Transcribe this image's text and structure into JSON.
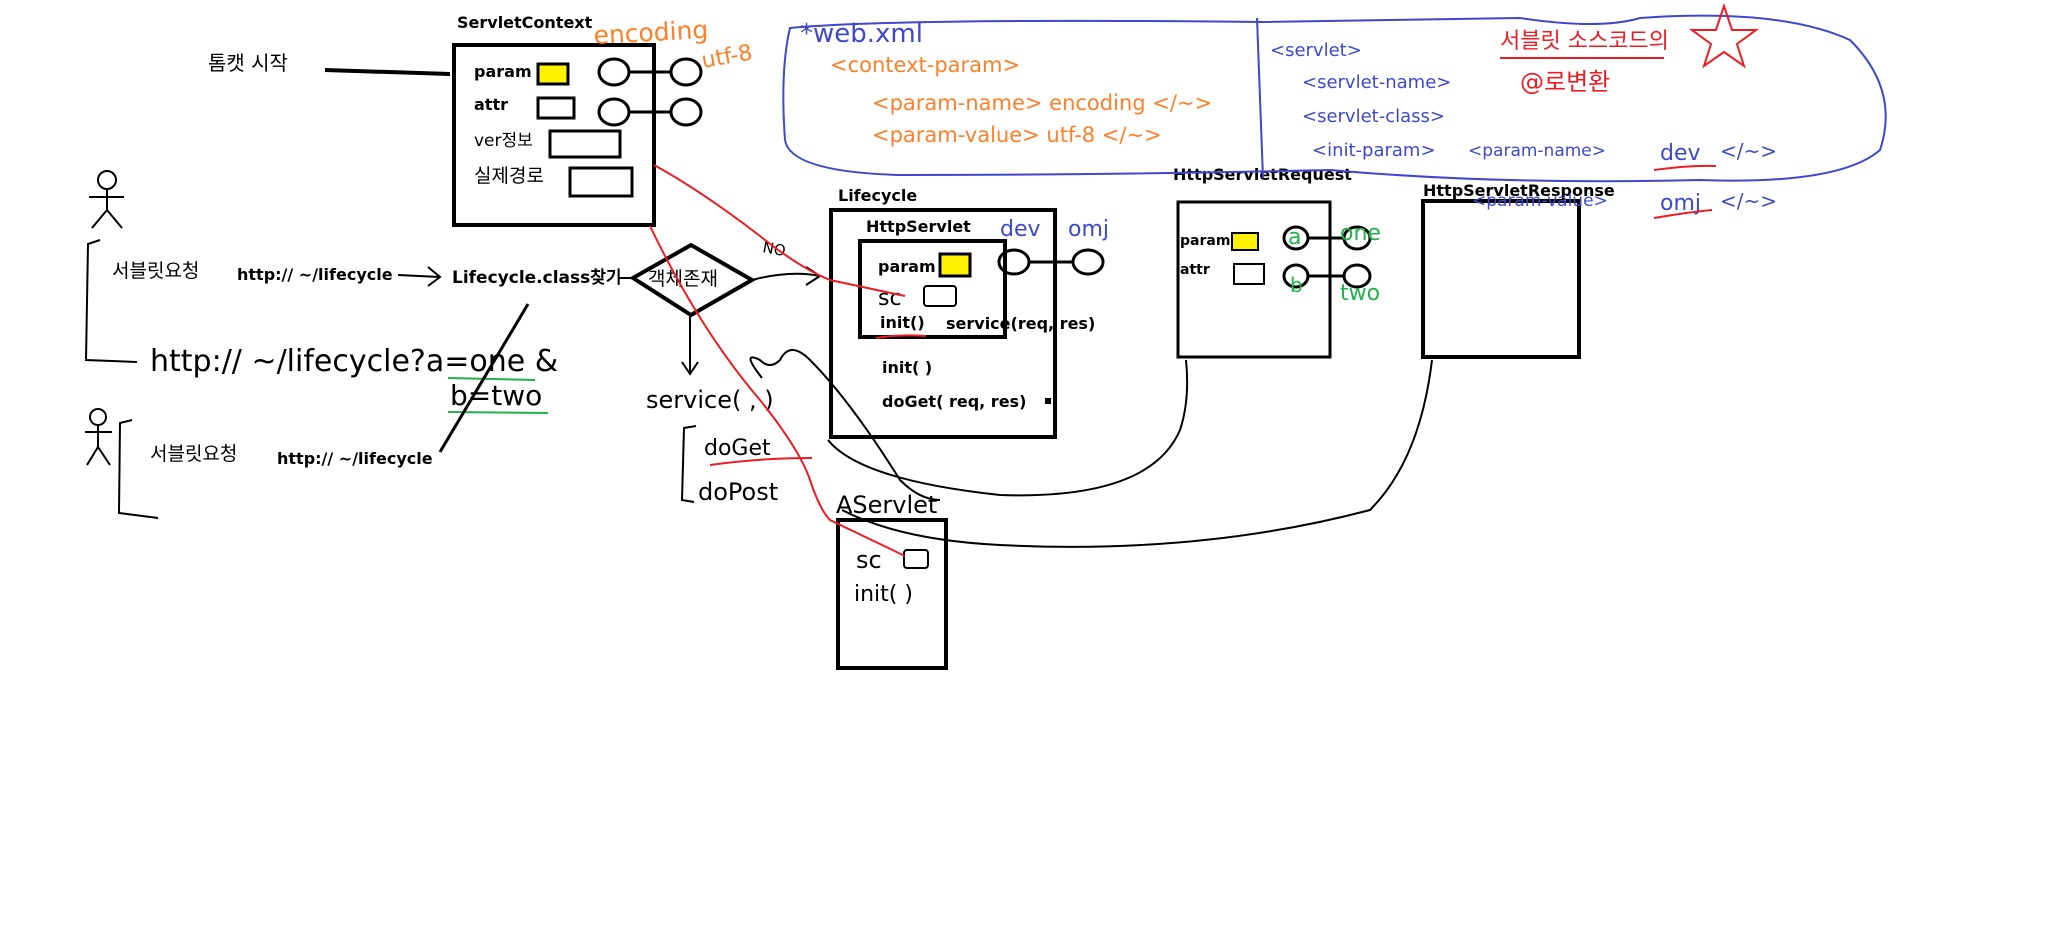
{
  "labels": {
    "tomcat_start": "톰캣 시작",
    "servlet_context": "ServletContext",
    "param": "param",
    "attr": "attr",
    "ver_info": "ver정보",
    "real_path": "실제경로",
    "encoding": "encoding",
    "utf8": "utf-8",
    "request1": "서블릿요청",
    "request2": "서블릿요청",
    "url1": "http:// ~/lifecycle",
    "url2": "http:// ~/lifecycle",
    "class_find": "Lifecycle.class찾기",
    "object_exists": "객체존재",
    "no": "NO",
    "handwritten_url": "http:// ~/lifecycle?a=one &",
    "handwritten_b": "b=two",
    "service": "service( , )",
    "doGet": "doGet",
    "doPost": "doPost",
    "lifecycle": "Lifecycle",
    "http_servlet": "HttpServlet",
    "sc": "sc",
    "init": "init()",
    "service_req_res": "service(req, res)",
    "init2": "init( )",
    "doget_req_res": "doGet( req, res)",
    "dev": "dev",
    "omj": "omj",
    "aservlet": "AServlet",
    "aservlet_sc": "sc",
    "aservlet_init": "init( )",
    "http_servlet_request": "HttpServletRequest",
    "http_servlet_response": "HttpServletResponse",
    "req_param": "param",
    "req_attr": "attr",
    "a": "a",
    "b": "b",
    "one": "one",
    "two": "two",
    "webxml": "*web.xml",
    "context_param": "<context-param>",
    "param_name_line": "<param-name> encoding </~>",
    "param_value_line": "<param-value> utf-8 </~>",
    "servlet": "<servlet>",
    "servlet_name": "<servlet-name>",
    "servlet_class": "<servlet-class>",
    "init_param": "<init-param>",
    "param_name2": "<param-name>",
    "dev2": "dev",
    "close1": "</~>",
    "param_value2": "<param-value>",
    "omj2": "omj",
    "close2": "</~>",
    "red_note": "서블릿 소스코드의",
    "red_note2": "@로변환"
  },
  "colors": {
    "ink": "#000000",
    "orange": "#ff7f27",
    "blue": "#3f48cc",
    "red": "#ed1c24",
    "green": "#22b14c",
    "yellow": "#fff200"
  }
}
